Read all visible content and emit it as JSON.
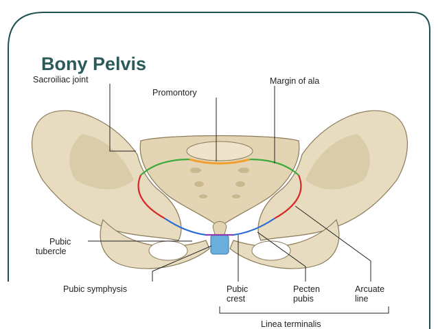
{
  "slide": {
    "title": "Bony Pelvis",
    "frame_color": "#1f4f4f",
    "title_color": "#2c5a5a"
  },
  "diagram": {
    "labels": {
      "sacroiliac_joint": "Sacroiliac joint",
      "promontory": "Promontory",
      "margin_of_ala": "Margin of ala",
      "pubic_tubercle_1": "Pubic",
      "pubic_tubercle_2": "tubercle",
      "pubic_symphysis": "Pubic symphysis",
      "pubic_crest_1": "Pubic",
      "pubic_crest_2": "crest",
      "pecten_pubis_1": "Pecten",
      "pecten_pubis_2": "pubis",
      "arcuate_line_1": "Arcuate",
      "arcuate_line_2": "line",
      "linea_terminalis": "Linea terminalis"
    },
    "colors": {
      "bone": "#e8dcc0",
      "bone_shade": "#c9b78f",
      "bone_line": "#8a7a58",
      "promontory_line": "#f0a030",
      "margin_of_ala_line": "#3aaa3a",
      "arcuate_line": "#d42a2a",
      "pecten_line": "#2a6ad4",
      "pubic_crest_line": "#8a3aaa",
      "symphysis": "#6aaedc"
    }
  }
}
